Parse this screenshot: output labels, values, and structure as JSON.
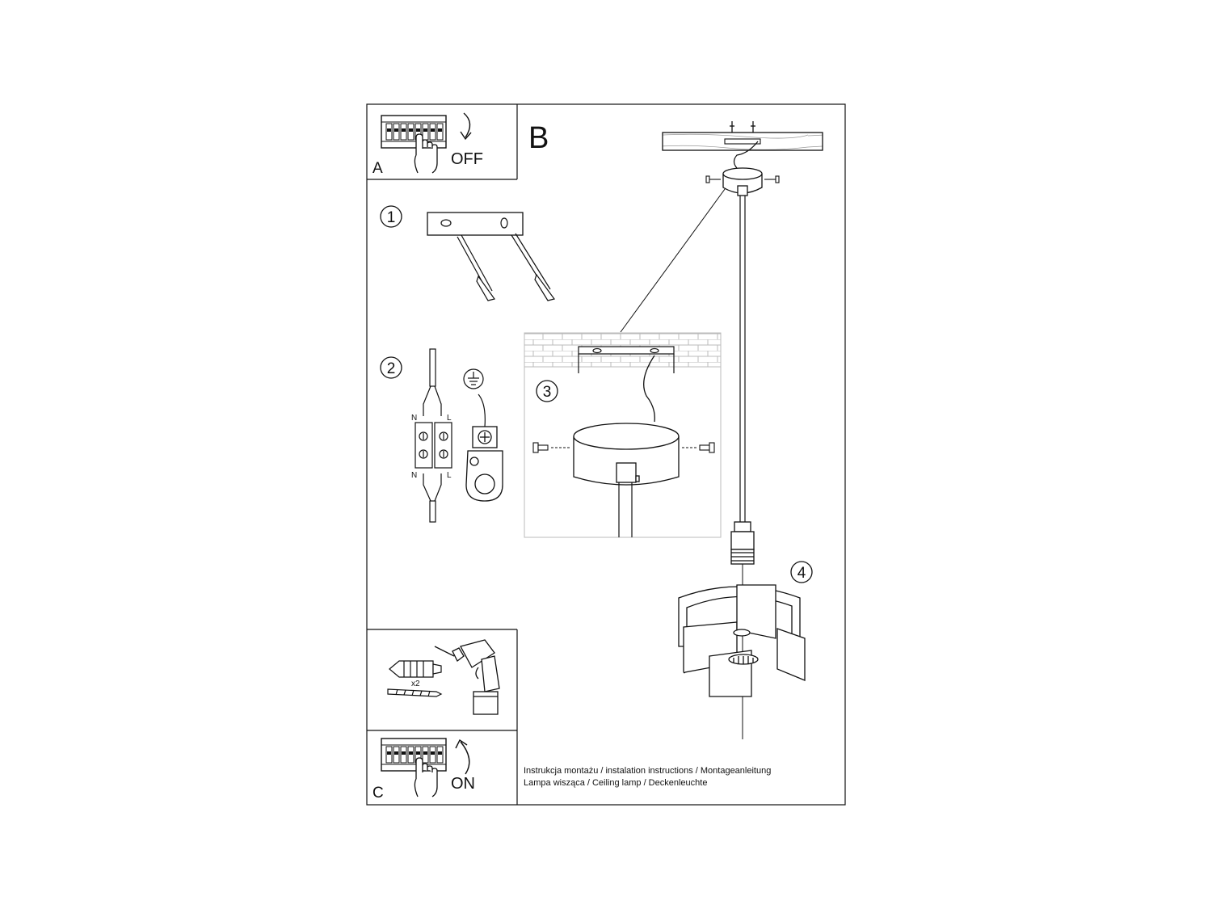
{
  "panels": {
    "a": {
      "letter": "A",
      "action": "OFF"
    },
    "b": {
      "letter": "B"
    },
    "c": {
      "letter": "C",
      "action": "ON"
    }
  },
  "steps": {
    "s1": "1",
    "s2": "2",
    "s3": "3",
    "s4": "4"
  },
  "terminal": {
    "n_top": "N",
    "l_top": "L",
    "n_bottom": "N",
    "l_bottom": "L"
  },
  "hardware": {
    "quantity": "x2"
  },
  "footer": {
    "line1": "Instrukcja montażu / instalation instructions / Montageanleitung",
    "line2": "Lampa wisząca / Ceiling lamp  / Deckenleuchte"
  }
}
